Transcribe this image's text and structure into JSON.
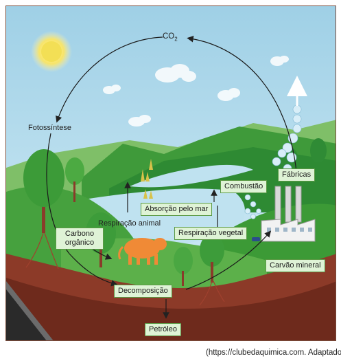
{
  "labels": {
    "co2_main": "CO",
    "co2_sub": "2",
    "fotossintese": "Fotossíntese",
    "respiracao_animal": "Respiração animal"
  },
  "boxes": {
    "fabricas": "Fábricas",
    "combustao": "Combustão",
    "absorcao": "Absorção pelo mar",
    "respiracao_vegetal": "Respiração vegetal",
    "carbono_organico": "Carbono orgânico",
    "carvao_mineral": "Carvão mineral",
    "decomposicao": "Decomposição",
    "petroleo": "Petróleo"
  },
  "credit": "(https://clubedaquimica.com. Adaptado.)"
}
